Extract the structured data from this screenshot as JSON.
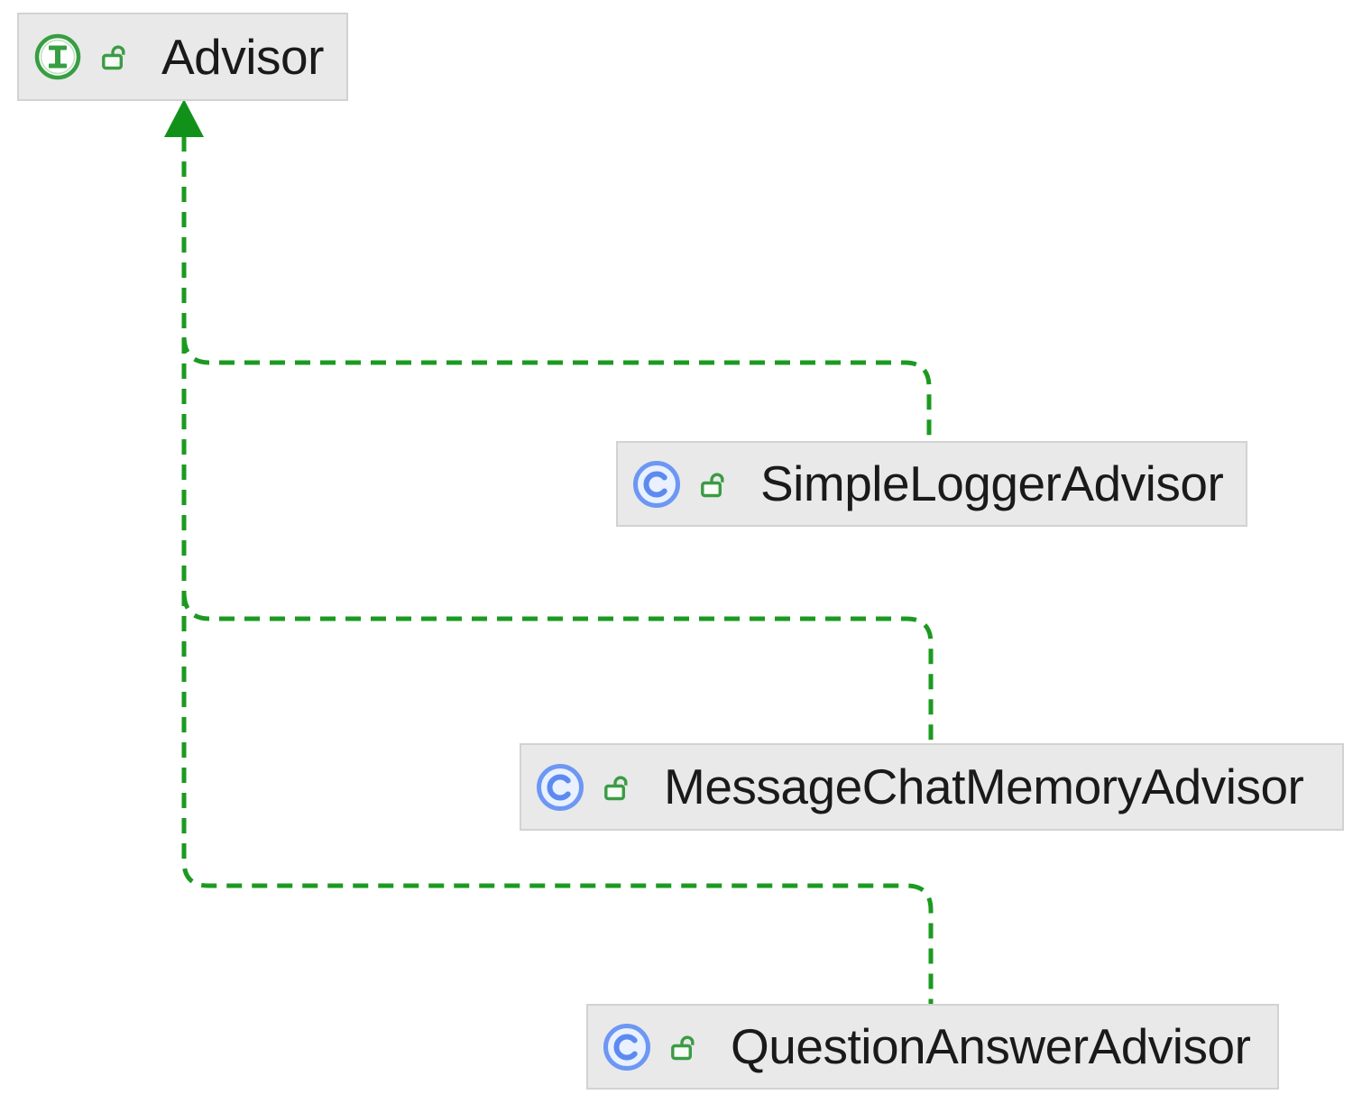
{
  "diagram": {
    "kind": "type-hierarchy",
    "nodes": [
      {
        "id": "advisor",
        "label": "Advisor",
        "type": "interface",
        "visibility": "public"
      },
      {
        "id": "simple-logger-advisor",
        "label": "SimpleLoggerAdvisor",
        "type": "class",
        "visibility": "public"
      },
      {
        "id": "message-chat-memory-advisor",
        "label": "MessageChatMemoryAdvisor",
        "type": "class",
        "visibility": "public"
      },
      {
        "id": "question-answer-advisor",
        "label": "QuestionAnswerAdvisor",
        "type": "class",
        "visibility": "public"
      }
    ],
    "edges": [
      {
        "from": "SimpleLoggerAdvisor",
        "to": "Advisor",
        "relation": "implements",
        "style": "dashed",
        "arrow": "solid-triangle"
      },
      {
        "from": "MessageChatMemoryAdvisor",
        "to": "Advisor",
        "relation": "implements",
        "style": "dashed",
        "arrow": "solid-triangle"
      },
      {
        "from": "QuestionAnswerAdvisor",
        "to": "Advisor",
        "relation": "implements",
        "style": "dashed",
        "arrow": "solid-triangle"
      }
    ],
    "colors": {
      "edge_green": "#1b9a20",
      "arrow_green": "#12911a",
      "node_background": "#e9e9e9",
      "node_border": "#d2d2d2",
      "label_text": "#1a1a1a",
      "interface_icon_green": "#379e42",
      "class_icon_blue": "#6d97f3",
      "lock_icon_green": "#3b9b44"
    },
    "icons": {
      "interface": "interface-circle-i-icon",
      "class": "class-circle-c-icon",
      "public": "open-padlock-icon"
    }
  }
}
